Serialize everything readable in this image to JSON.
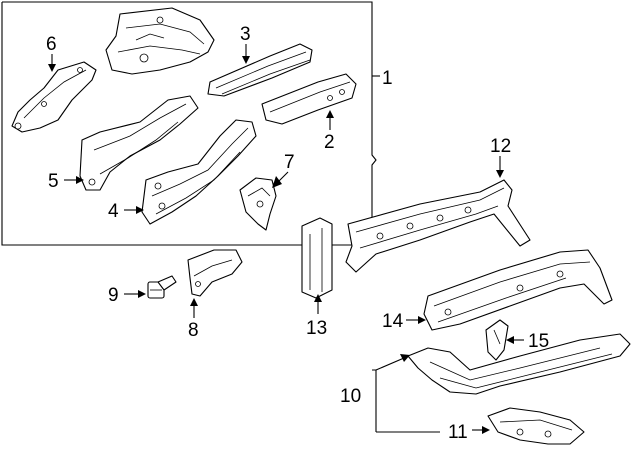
{
  "diagram": {
    "group_bracket": "1",
    "callouts": [
      {
        "id": "c1",
        "label": "1"
      },
      {
        "id": "c2",
        "label": "2"
      },
      {
        "id": "c3",
        "label": "3"
      },
      {
        "id": "c4",
        "label": "4"
      },
      {
        "id": "c5",
        "label": "5"
      },
      {
        "id": "c6",
        "label": "6"
      },
      {
        "id": "c7",
        "label": "7"
      },
      {
        "id": "c8",
        "label": "8"
      },
      {
        "id": "c9",
        "label": "9"
      },
      {
        "id": "c10",
        "label": "10"
      },
      {
        "id": "c11",
        "label": "11"
      },
      {
        "id": "c12",
        "label": "12"
      },
      {
        "id": "c13",
        "label": "13"
      },
      {
        "id": "c14",
        "label": "14"
      },
      {
        "id": "c15",
        "label": "15"
      }
    ]
  }
}
